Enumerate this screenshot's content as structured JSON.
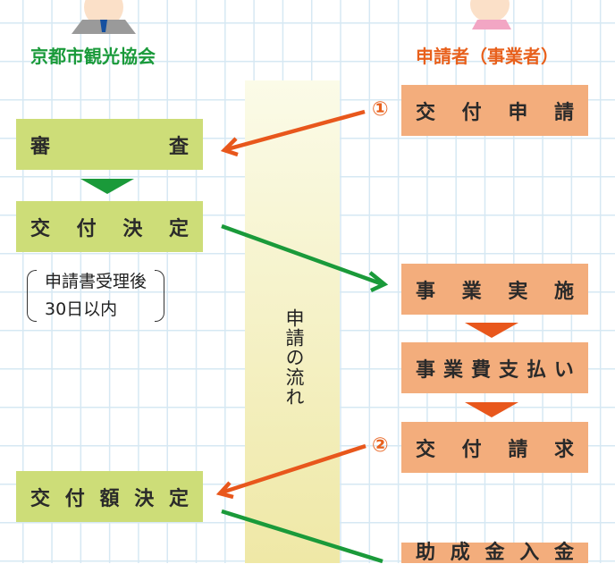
{
  "left_actor": {
    "label": "京都市観光協会",
    "color": "#1a9a3a"
  },
  "right_actor": {
    "label": "申請者（事業者）",
    "color": "#e8601c"
  },
  "band_label": "申請の流れ",
  "left_boxes": [
    [
      "審",
      "査"
    ],
    [
      "交",
      "付",
      "決",
      "定"
    ],
    [
      "交",
      "付",
      "額",
      "決",
      "定"
    ]
  ],
  "right_boxes": [
    [
      "交",
      "付",
      "申",
      "請"
    ],
    [
      "事",
      "業",
      "実",
      "施"
    ],
    [
      "事",
      "業",
      "費",
      "支",
      "払",
      "い"
    ],
    [
      "交",
      "付",
      "請",
      "求"
    ],
    [
      "助",
      "成",
      "金",
      "入",
      "金"
    ]
  ],
  "steps": [
    "①",
    "②"
  ],
  "note": {
    "line1": "申請書受理後",
    "line2": "30日以内"
  }
}
